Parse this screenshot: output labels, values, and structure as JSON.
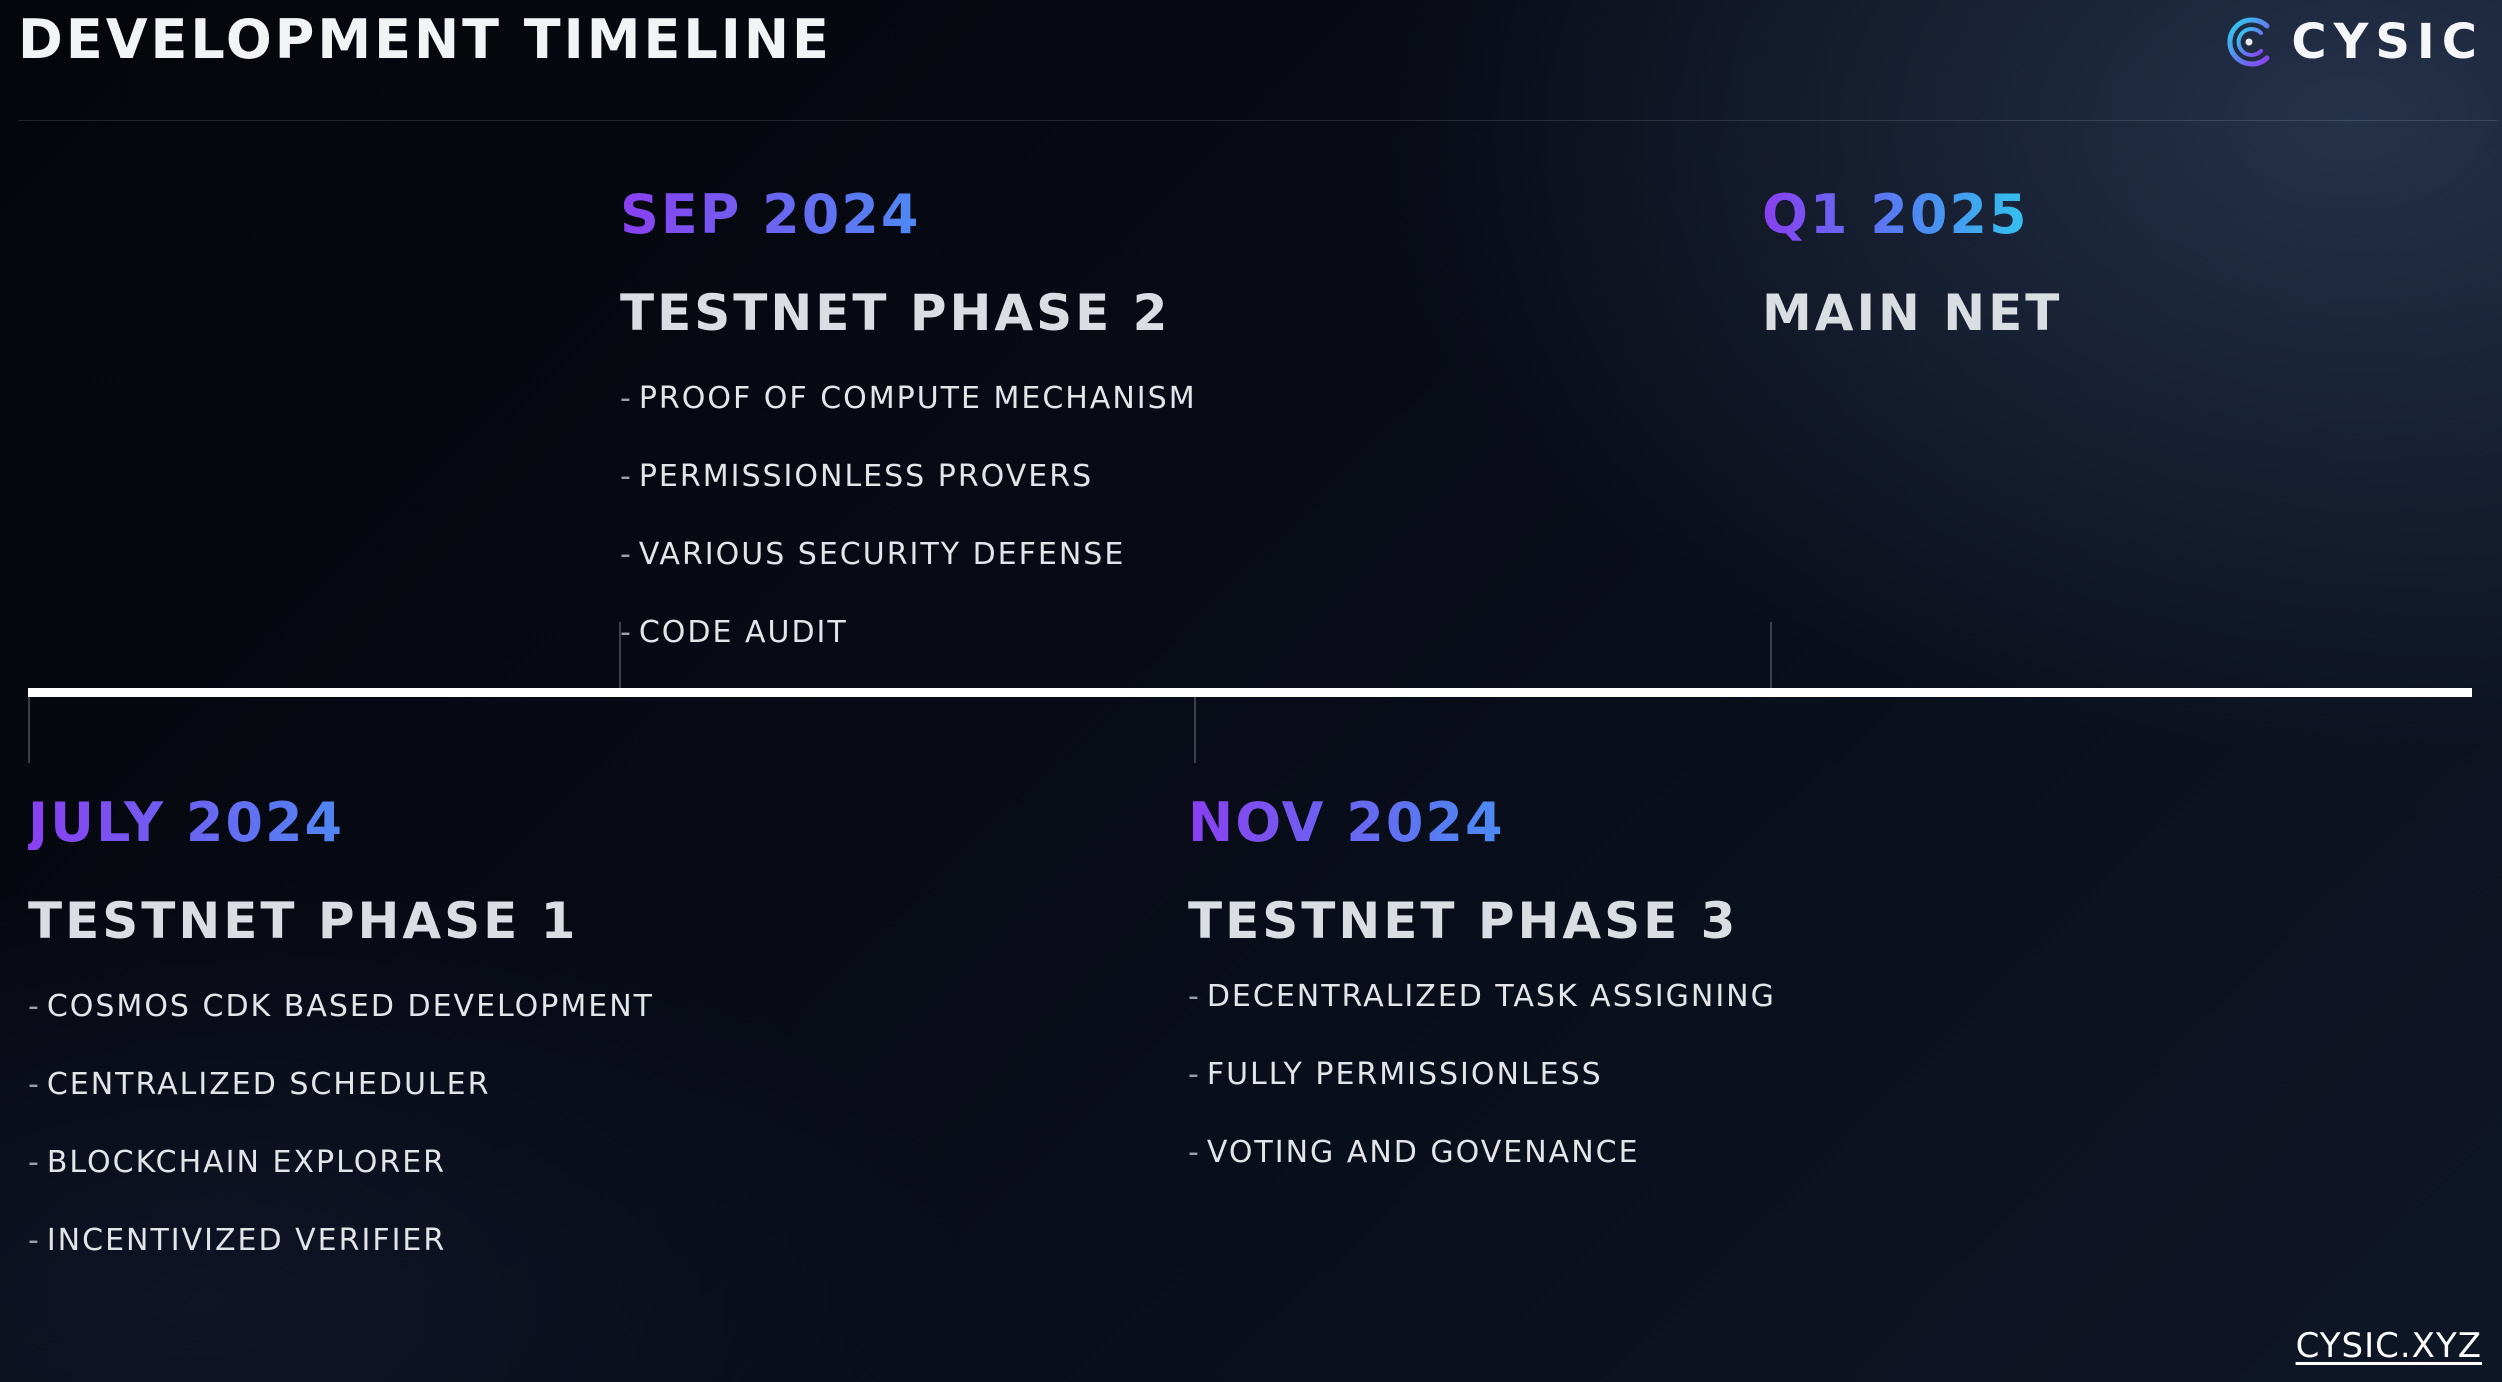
{
  "header": {
    "title": "DEVELOPMENT TIMELINE",
    "logo_text": "CYSIC",
    "logo_icon": "cysic-logo-icon"
  },
  "colors": {
    "date_gradient": [
      "#8a3ff0",
      "#4f86f2",
      "#2bd3ec"
    ],
    "background": "#05060b",
    "timeline": "#ffffff"
  },
  "milestones": {
    "july_2024": {
      "date": "JULY 2024",
      "phase": "TESTNET PHASE 1",
      "items": [
        "COSMOS CDK BASED DEVELOPMENT",
        "CENTRALIZED SCHEDULER",
        "BLOCKCHAIN EXPLORER",
        "INCENTIVIZED VERIFIER"
      ]
    },
    "sep_2024": {
      "date": "SEP 2024",
      "phase": "TESTNET PHASE 2",
      "items": [
        "PROOF OF COMPUTE MECHANISM",
        "PERMISSIONLESS PROVERS",
        "VARIOUS SECURITY DEFENSE",
        "CODE AUDIT"
      ]
    },
    "nov_2024": {
      "date": "NOV 2024",
      "phase": "TESTNET PHASE 3",
      "items": [
        "DECENTRALIZED TASK ASSIGNING",
        "FULLY PERMISSIONLESS",
        "VOTING AND GOVENANCE"
      ]
    },
    "q1_2025": {
      "date": "Q1 2025",
      "phase": "MAIN NET",
      "items": []
    }
  },
  "footer": {
    "link": "CYSIC.XYZ"
  }
}
